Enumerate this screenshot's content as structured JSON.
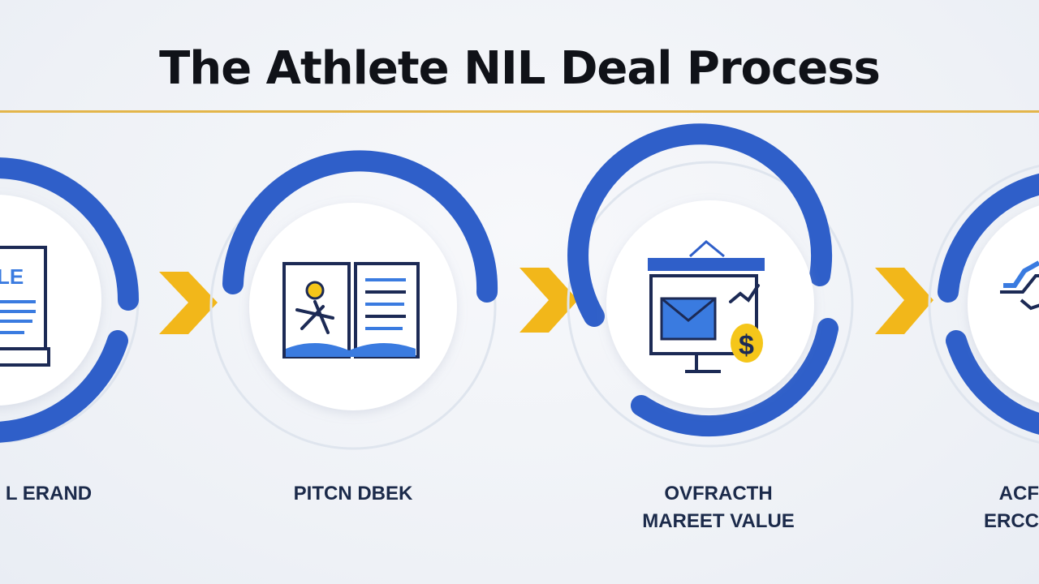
{
  "title": "The Athlete NIL Deal Process",
  "steps": [
    {
      "label_lines": [
        "L ERAND"
      ],
      "icon": "document-icon",
      "icon_text": "LE"
    },
    {
      "label_lines": [
        "PITCN DBEK"
      ],
      "icon": "open-book-icon"
    },
    {
      "label_lines": [
        "OVFRACTH",
        "MAREET VALUE"
      ],
      "icon": "monitor-email-icon"
    },
    {
      "label_lines": [
        "ACF",
        "ERCC"
      ],
      "icon": "chart-icon"
    }
  ],
  "connectors": [
    "chevron-arrow",
    "chevron-arrow",
    "chevron-arrow"
  ],
  "colors": {
    "ring_blue": "#2f5fc9",
    "ring_shadow": "#dfe5ee",
    "arrow_gold": "#f2b71a",
    "accent_line": "#e3b54a",
    "icon_navy": "#1c2a55",
    "icon_blue": "#3a7be0",
    "icon_yellow": "#f5c61a"
  }
}
